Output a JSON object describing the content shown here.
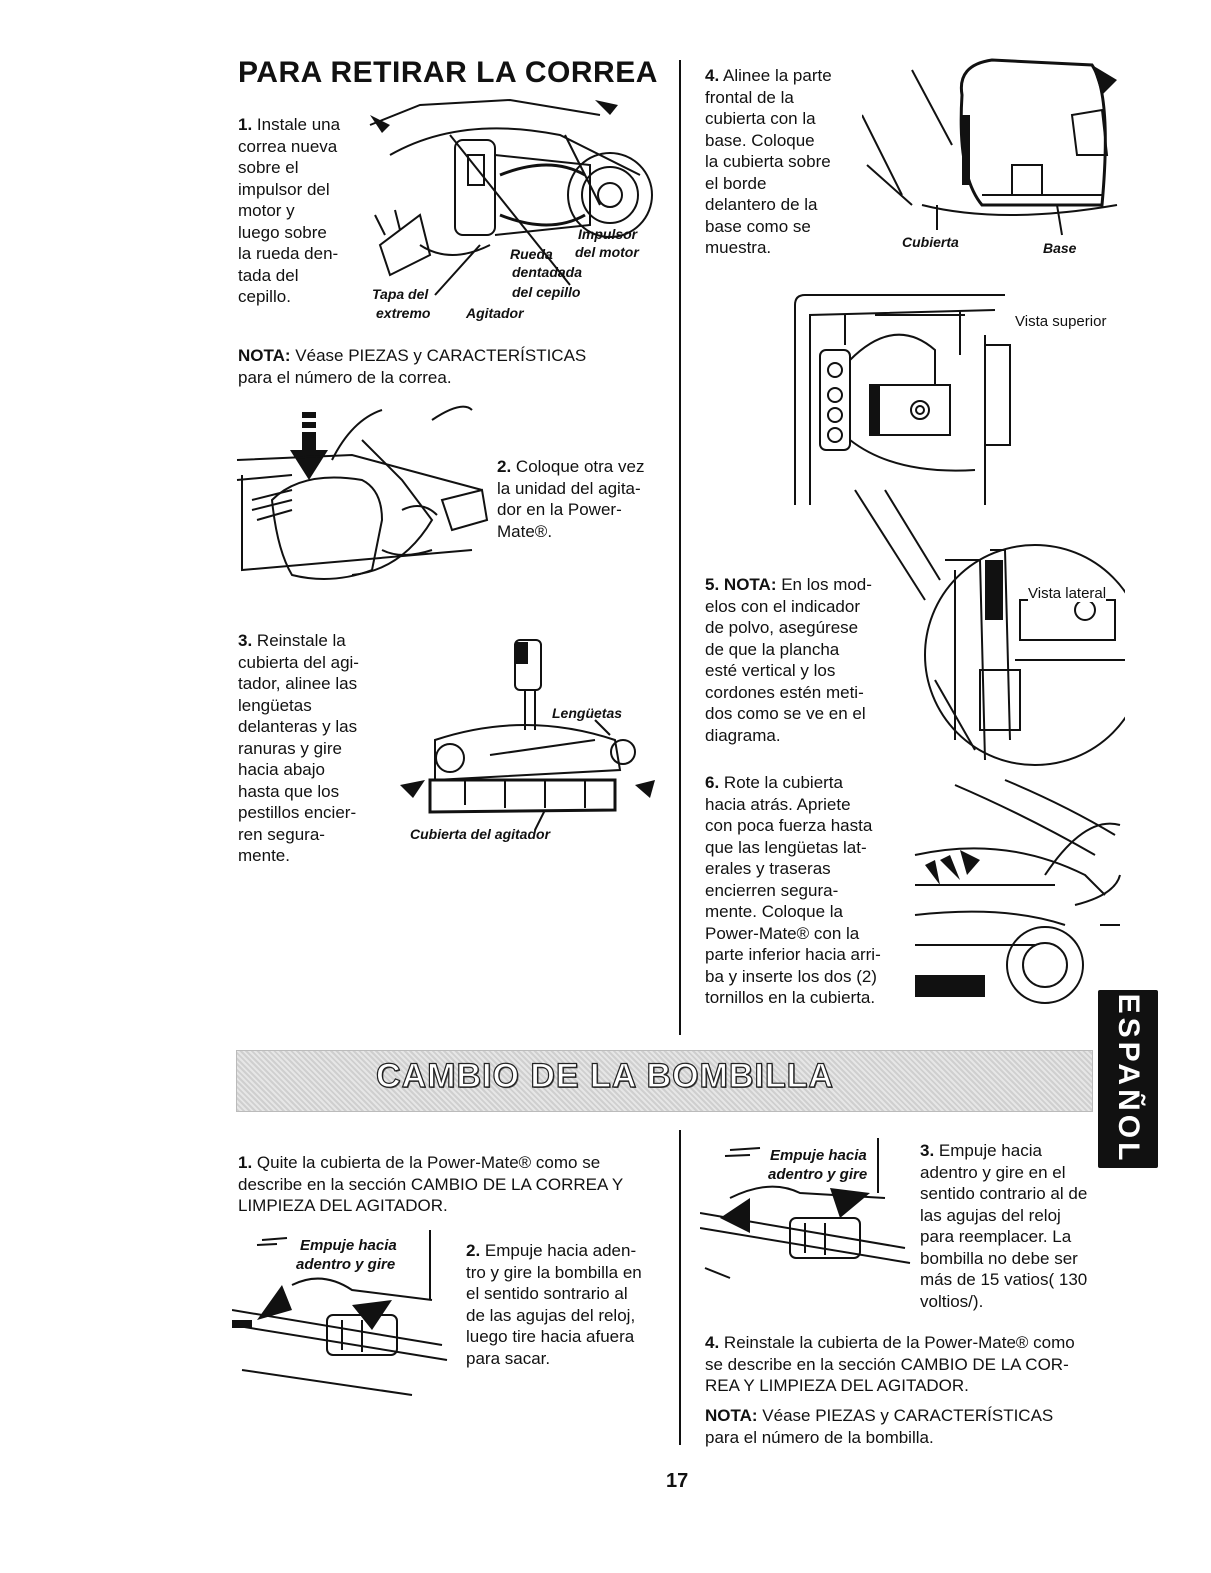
{
  "left": {
    "heading": "PARA RETIRAR LA CORREA",
    "step1": {
      "num": "1.",
      "lines": [
        "Instale una",
        "correa nueva",
        "sobre el",
        "impulsor del",
        "motor y",
        "luego sobre",
        "la rueda den-",
        "tada del",
        "cepillo."
      ]
    },
    "fig1_labels": {
      "impulsor": "Impulsor",
      "del_motor": "del motor",
      "rueda": "Rueda",
      "dentadada": "dentadada",
      "del_cepillo": "del cepillo",
      "tapa_del": "Tapa del",
      "extremo": "extremo",
      "agitador": "Agitador"
    },
    "nota": {
      "label": "NOTA:",
      "line1": "Véase PIEZAS y CARACTERÍSTICAS",
      "line2": "para el número de la correa."
    },
    "step2": {
      "num": "2.",
      "lines": [
        "Coloque otra vez",
        "la unidad del agita-",
        "dor en la Power-",
        "Mate®."
      ]
    },
    "step3": {
      "num": "3.",
      "lines": [
        "Reinstale la",
        "cubierta del agi-",
        "tador, alinee las",
        "lengüetas",
        "delanteras y las",
        "ranuras y gire",
        "hacia abajo",
        "hasta que los",
        "pestillos encier-",
        "ren segura-",
        "mente."
      ]
    },
    "fig3_labels": {
      "lenguetas": "Lengüetas",
      "cubierta_agitador": "Cubierta del agitador"
    }
  },
  "right": {
    "step4": {
      "num": "4.",
      "lines": [
        "Alinee la parte",
        "frontal de la",
        "cubierta con la",
        "base. Coloque",
        "la cubierta sobre",
        "el borde",
        "delantero de la",
        "base como se",
        "muestra."
      ]
    },
    "fig4_labels": {
      "cubierta": "Cubierta",
      "base": "Base"
    },
    "fig5_labels": {
      "vista_superior": "Vista superior",
      "vista_lateral": "Vista lateral"
    },
    "step5": {
      "num": "5.",
      "label": "NOTA:",
      "first": "En los mod-",
      "lines": [
        "elos con el indicador",
        "de polvo, asegúrese",
        "de que la plancha",
        "esté vertical y los",
        "cordones estén meti-",
        "dos como se ve en el",
        "diagrama."
      ]
    },
    "step6": {
      "num": "6.",
      "lines": [
        "Rote la cubierta",
        "hacia atrás. Apriete",
        "con poca fuerza hasta",
        "que las lengüetas lat-",
        "erales y traseras",
        "encierren segura-",
        "mente. Coloque la",
        "Power-Mate® con la",
        "parte inferior hacia arri-",
        "ba y inserte los dos (2)",
        "tornillos en la cubierta."
      ]
    }
  },
  "banner": {
    "title": "CAMBIO DE LA BOMBILLA"
  },
  "side_tab": {
    "text": "ESPAÑOL"
  },
  "bottom": {
    "step1": {
      "num": "1.",
      "lines": [
        "Quite la cubierta de la Power-Mate® como se",
        "describe en la sección CAMBIO DE LA CORREA Y",
        "LIMPIEZA DEL AGITADOR."
      ]
    },
    "fig_push_left": {
      "line1": "Empuje hacia",
      "line2": "adentro y gire"
    },
    "step2": {
      "num": "2.",
      "lines": [
        "Empuje hacia aden-",
        "tro y gire la bombilla en",
        "el sentido sontrario al",
        "de las agujas del reloj,",
        "luego tire hacia afuera",
        "para sacar."
      ]
    },
    "fig_push_right": {
      "line1": "Empuje hacia",
      "line2": "adentro y gire"
    },
    "step3": {
      "num": "3.",
      "lines": [
        "Empuje hacia",
        "adentro y gire en el",
        "sentido contrario al de",
        "las agujas del reloj",
        "para reemplacer. La",
        "bombilla no debe ser",
        "más de 15 vatios( 130",
        "voltios/)."
      ]
    },
    "step4": {
      "num": "4.",
      "lines": [
        "Reinstale la cubierta de la Power-Mate® como",
        "se describe en la sección CAMBIO DE LA COR-",
        "REA Y LIMPIEZA DEL AGITADOR."
      ]
    },
    "nota": {
      "label": "NOTA:",
      "line1": "Véase PIEZAS y CARACTERÍSTICAS",
      "line2": "para el número de la bombilla."
    }
  },
  "page_number": "17"
}
